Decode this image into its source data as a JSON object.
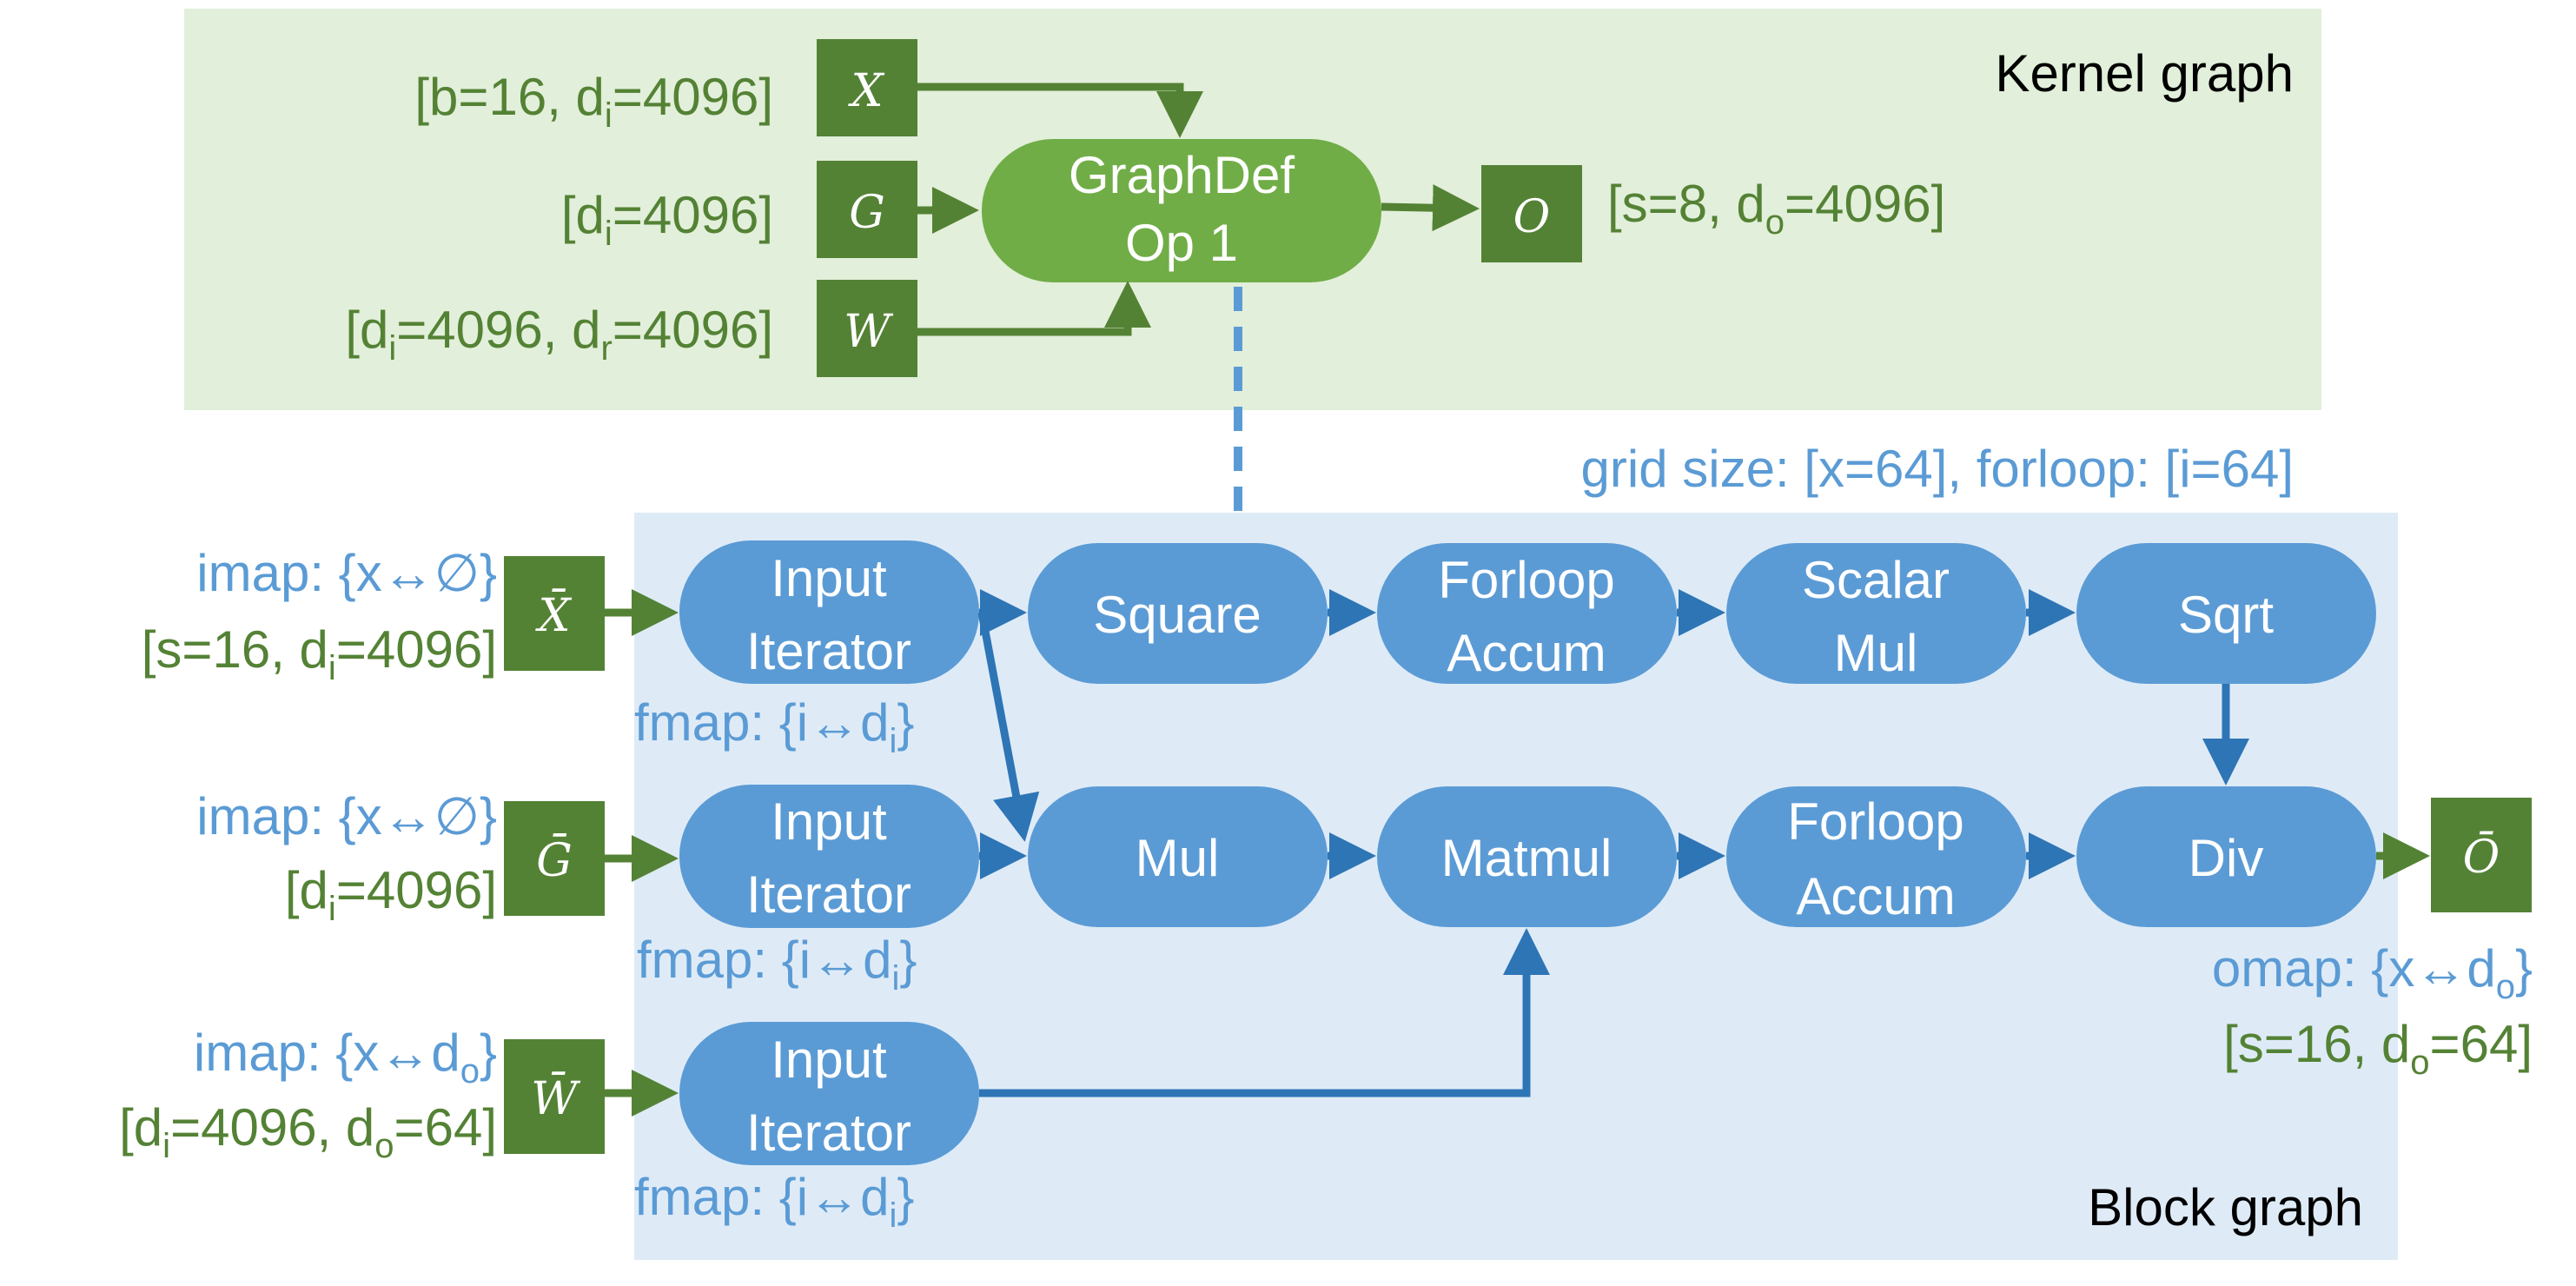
{
  "kernel_graph": {
    "title": "Kernel graph",
    "inputs": [
      {
        "symbol": "X",
        "shape_main": "[b=16, d",
        "shape_sub": "i",
        "shape_tail": "=4096]"
      },
      {
        "symbol": "G",
        "shape_main": "[d",
        "shape_sub": "i",
        "shape_tail": "=4096]"
      },
      {
        "symbol": "W",
        "shape_main": "[d",
        "shape_sub": "i",
        "shape_tail": "=4096, d",
        "shape_sub2": "r",
        "shape_tail2": "=4096]"
      }
    ],
    "op": {
      "line1": "GraphDef",
      "line2": "Op 1"
    },
    "output": {
      "symbol": "O",
      "shape_main": "[s=8, d",
      "shape_sub": "o",
      "shape_tail": "=4096]"
    }
  },
  "block_graph": {
    "title": "Block graph",
    "config": "grid size: [x=64], forloop: [i=64]",
    "inputs": [
      {
        "symbol": "X̄",
        "imap_main": "imap: {x↔∅}",
        "shape_main": "[s=16, d",
        "shape_sub": "i",
        "shape_tail": "=4096]",
        "fmap_main": "fmap: {i↔d",
        "fmap_sub": "i",
        "fmap_tail": "}"
      },
      {
        "symbol": "Ḡ",
        "imap_main": "imap: {x↔∅}",
        "shape_main": "[d",
        "shape_sub": "i",
        "shape_tail": "=4096]",
        "fmap_main": "fmap: {i↔d",
        "fmap_sub": "i",
        "fmap_tail": "}"
      },
      {
        "symbol": "W̄",
        "imap_main": "imap: {x↔d",
        "imap_sub": "o",
        "imap_tail": "}",
        "shape_main": "[d",
        "shape_sub": "i",
        "shape_tail": "=4096, d",
        "shape_sub2": "o",
        "shape_tail2": "=64]",
        "fmap_main": "fmap: {i↔d",
        "fmap_sub": "i",
        "fmap_tail": "}"
      }
    ],
    "nodes": {
      "iter1": {
        "line1": "Input",
        "line2": "Iterator"
      },
      "iter2": {
        "line1": "Input",
        "line2": "Iterator"
      },
      "iter3": {
        "line1": "Input",
        "line2": "Iterator"
      },
      "square": {
        "line1": "Square"
      },
      "forloop1": {
        "line1": "Forloop",
        "line2": "Accum"
      },
      "scalar_mul": {
        "line1": "Scalar",
        "line2": "Mul"
      },
      "sqrt": {
        "line1": "Sqrt"
      },
      "mul": {
        "line1": "Mul"
      },
      "matmul": {
        "line1": "Matmul"
      },
      "forloop2": {
        "line1": "Forloop",
        "line2": "Accum"
      },
      "div": {
        "line1": "Div"
      }
    },
    "output": {
      "symbol": "Ō",
      "omap_main": "omap: {x↔d",
      "omap_sub": "o",
      "omap_tail": "}",
      "shape_main": "[s=16, d",
      "shape_sub": "o",
      "shape_tail": "=64]"
    }
  },
  "colors": {
    "kernel_bg": "#e2efda",
    "block_bg": "#deebf7",
    "tensor_green": "#548235",
    "op_green": "#70ad47",
    "node_blue": "#5b9bd5",
    "arrow_blue": "#2e75b6",
    "text_green": "#548235",
    "text_blue": "#5b9bd5"
  }
}
